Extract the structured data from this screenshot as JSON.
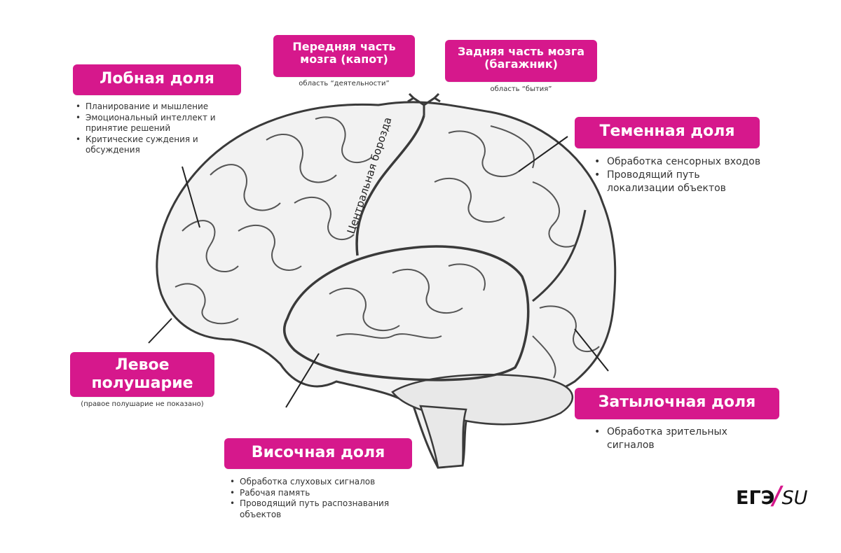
{
  "labels": {
    "frontal": "Лобная доля",
    "front_part": "Передняя часть мозга (капот)",
    "back_part": "Задняя часть мозга (багажник)",
    "parietal": "Теменная доля",
    "left_hemisphere": "Левое полушарие",
    "occipital": "Затылочная доля",
    "temporal": "Височная доля",
    "central_sulcus": "Центральная борозда"
  },
  "sublabels": {
    "front_part": "область “деятельности”",
    "back_part": "область “бытия”",
    "left_hemisphere": "(правое полушарие не показано)"
  },
  "bullets": {
    "frontal": [
      "Планирование и мышление",
      "Эмоциональный интеллект и принятие решений",
      "Критические суждения и обсуждения"
    ],
    "parietal": [
      "Обработка сенсорных входов",
      "Проводящий путь локализации объектов"
    ],
    "occipital": [
      "Обработка зрительных сигналов"
    ],
    "temporal": [
      "Обработка слуховых сигналов",
      "Рабочая память",
      "Проводящий путь распознавания объектов"
    ]
  },
  "logo": {
    "part1": "ЕГЭ",
    "part2": "SU"
  },
  "colors": {
    "accent": "#d6188c",
    "brain_fill": "#f2f2f2",
    "outline": "#3a3a3a"
  }
}
